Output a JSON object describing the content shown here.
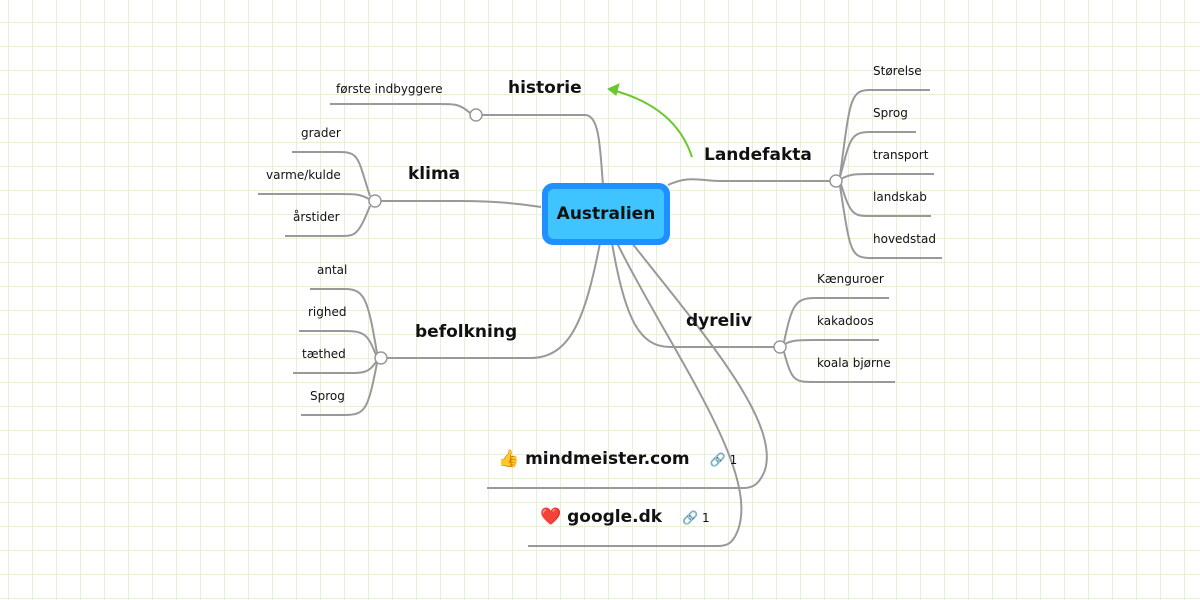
{
  "root": {
    "label": "Australien"
  },
  "branches": {
    "historie": {
      "label": "historie",
      "leaves": [
        "første indbyggere"
      ]
    },
    "klima": {
      "label": "klima",
      "leaves": [
        "grader",
        "varme/kulde",
        "årstider"
      ]
    },
    "befolkning": {
      "label": "befolkning",
      "leaves": [
        "antal",
        "righed",
        "tæthed",
        "Sprog"
      ]
    },
    "landefakta": {
      "label": "Landefakta",
      "leaves": [
        "Størelse",
        "Sprog",
        "transport",
        "landskab",
        "hovedstad"
      ]
    },
    "dyreliv": {
      "label": "dyreliv",
      "leaves": [
        "Kænguroer",
        "kakadoos",
        "koala bjørne"
      ]
    },
    "mindmeister": {
      "label": "mindmeister.com",
      "emoji": "👍",
      "link_count": "1"
    },
    "google": {
      "label": "google.dk",
      "emoji": "❤️",
      "link_count": "1"
    }
  },
  "colors": {
    "root_border": "#1e90ff",
    "root_fill": "#40c4ff",
    "connector": "#999999",
    "arrow": "#6cc72e",
    "grid": "#e6f0d6"
  }
}
